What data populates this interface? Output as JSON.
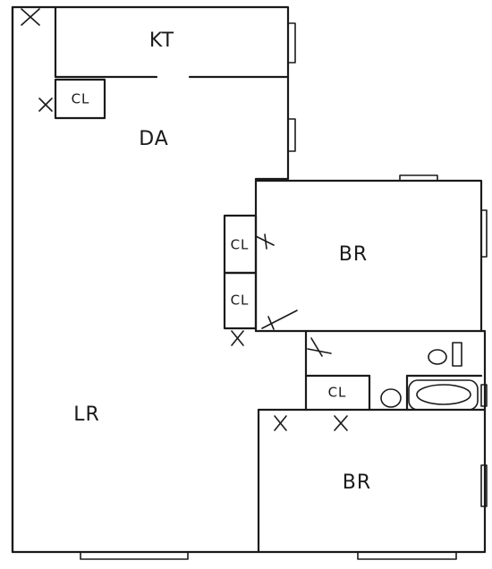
{
  "rooms": {
    "kitchen": "KT",
    "dining": "DA",
    "living": "LR",
    "bedroom_upper": "BR",
    "bedroom_lower": "BR"
  },
  "closets": {
    "kitchen_closet": "CL",
    "hall_closet_upper": "CL",
    "hall_closet_lower": "CL",
    "bath_closet": "CL"
  }
}
